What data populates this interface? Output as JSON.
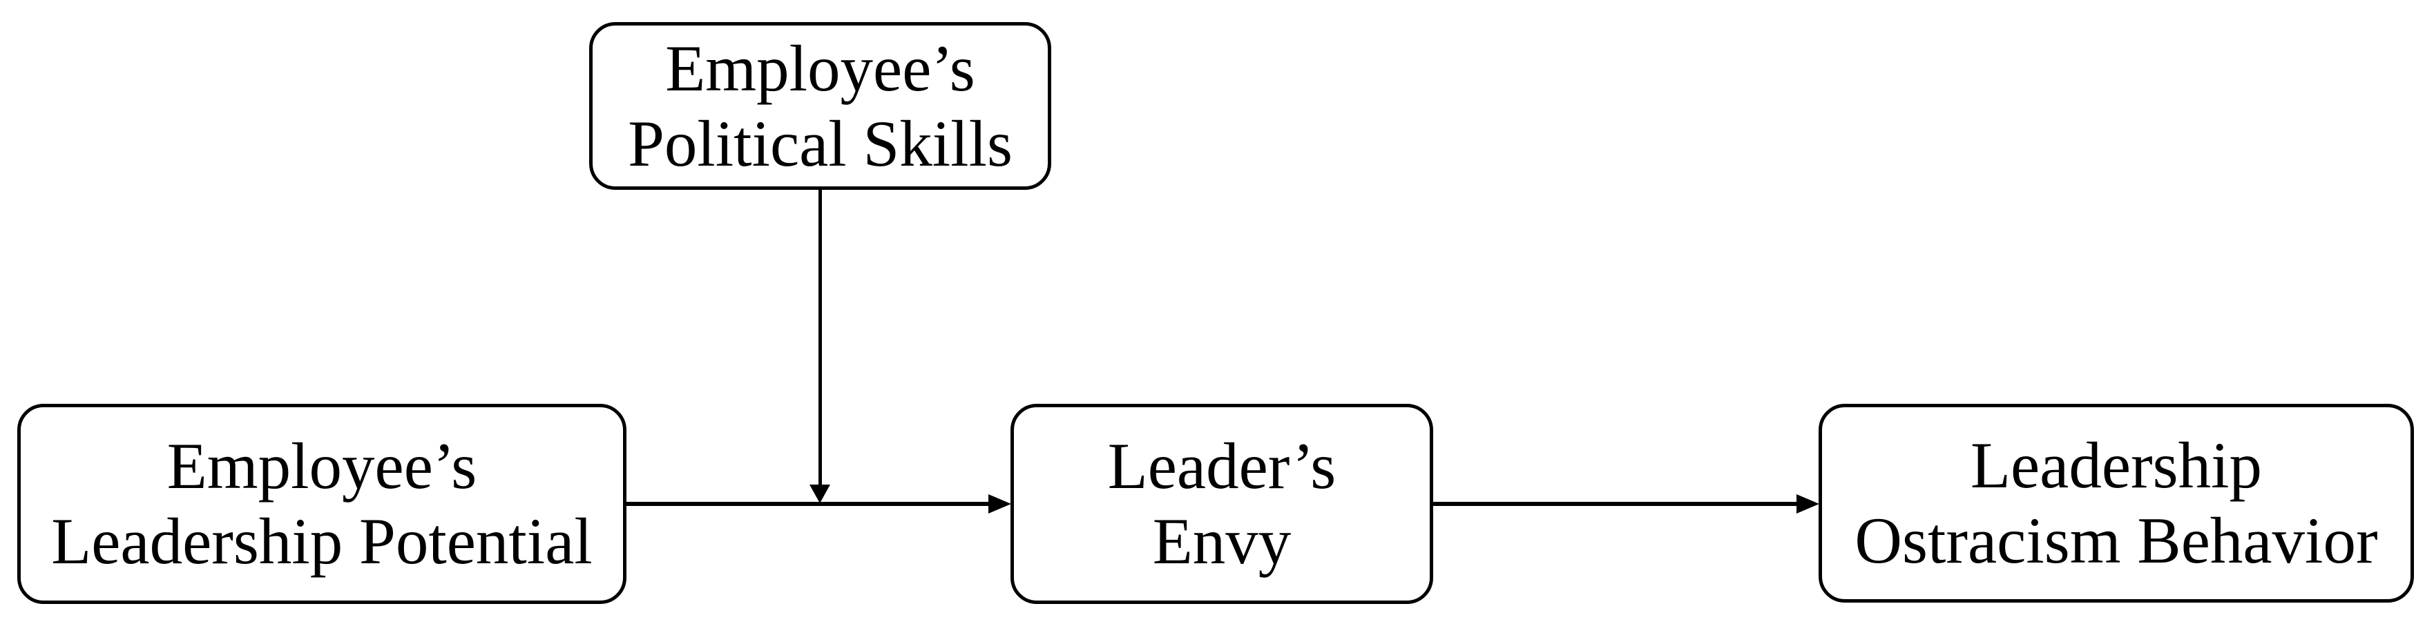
{
  "diagram": {
    "type": "moderated-mediation-model",
    "colors": {
      "background": "#ffffff",
      "stroke": "#000000",
      "text": "#000000"
    },
    "nodes": {
      "moderator": {
        "line1": "Employee’s",
        "line2": "Political Skills"
      },
      "antecedent": {
        "line1": "Employee’s",
        "line2": "Leadership Potential"
      },
      "mediator": {
        "line1": "Leader’s",
        "line2": "Envy"
      },
      "outcome": {
        "line1": "Leadership",
        "line2": "Ostracism Behavior"
      }
    },
    "edges": [
      {
        "from": "antecedent",
        "to": "mediator",
        "style": "arrow-right"
      },
      {
        "from": "mediator",
        "to": "outcome",
        "style": "arrow-right"
      },
      {
        "from": "moderator",
        "to": "antecedent-mediator-path",
        "style": "arrow-down"
      }
    ]
  }
}
